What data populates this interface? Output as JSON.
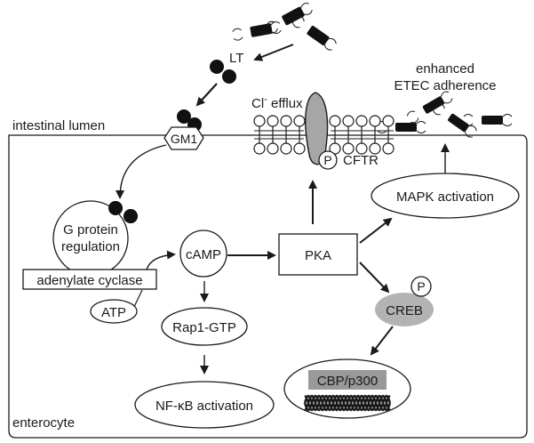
{
  "labels": {
    "lt": "LT",
    "gm1": "GM1",
    "intestinal_lumen": "intestinal lumen",
    "cl_efflux_prefix": "Cl",
    "cl_efflux_superscript": "-",
    "cl_efflux_suffix": " efflux",
    "cftr": "CFTR",
    "phospho_symbol": "P",
    "enhanced_line1": "enhanced",
    "enhanced_line2": "ETEC adherence",
    "g_protein_line1": "G protein",
    "g_protein_line2": "regulation",
    "adenylate_cyclase": "adenylate cyclase",
    "atp": "ATP",
    "camp": "cAMP",
    "pka": "PKA",
    "mapk_activation": "MAPK activation",
    "creb": "CREB",
    "rap1_gtp": "Rap1-GTP",
    "nfkb_activation": "NF-κB activation",
    "cbp_p300": "CBP/p300",
    "enterocyte": "enterocyte"
  },
  "colors": {
    "stroke": "#1a1a1a",
    "toxin_ball": "#111111",
    "cftr_fill": "#a6a6a6",
    "creb_fill": "#b3b3b3",
    "cbp_fill": "#999999",
    "bacterium_fill": "#111111"
  },
  "icons": {
    "bacterium": "etec-bacterium-icon",
    "toxin_subunit": "toxin-ball-icon",
    "dna": "dna-helix-icon",
    "phosphate": "phosphate-circle-icon"
  }
}
